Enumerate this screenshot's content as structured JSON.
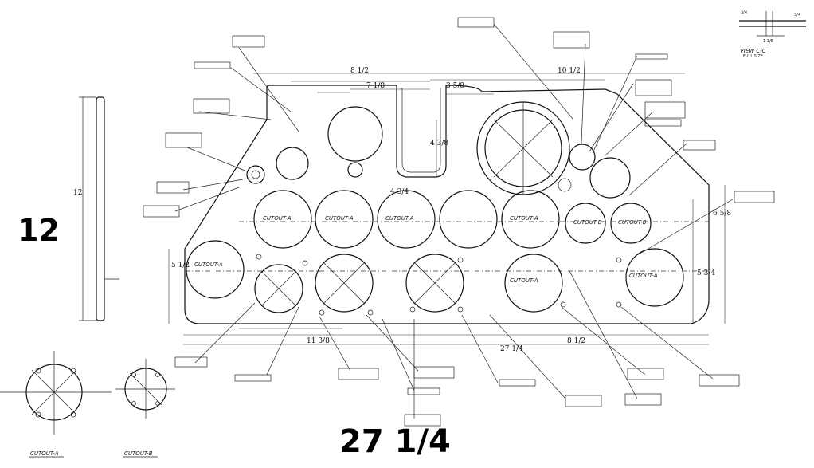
{
  "labels": {
    "height": "12",
    "width": "27 1/4"
  },
  "view": {
    "title": "VIEW C-C",
    "sub": "FULL SIZE"
  },
  "cutout_labels": {
    "a": "CUTOUT-A",
    "b": "CUTOUT-B"
  },
  "colors": {
    "ink": "#111111",
    "paper": "#ffffff"
  }
}
